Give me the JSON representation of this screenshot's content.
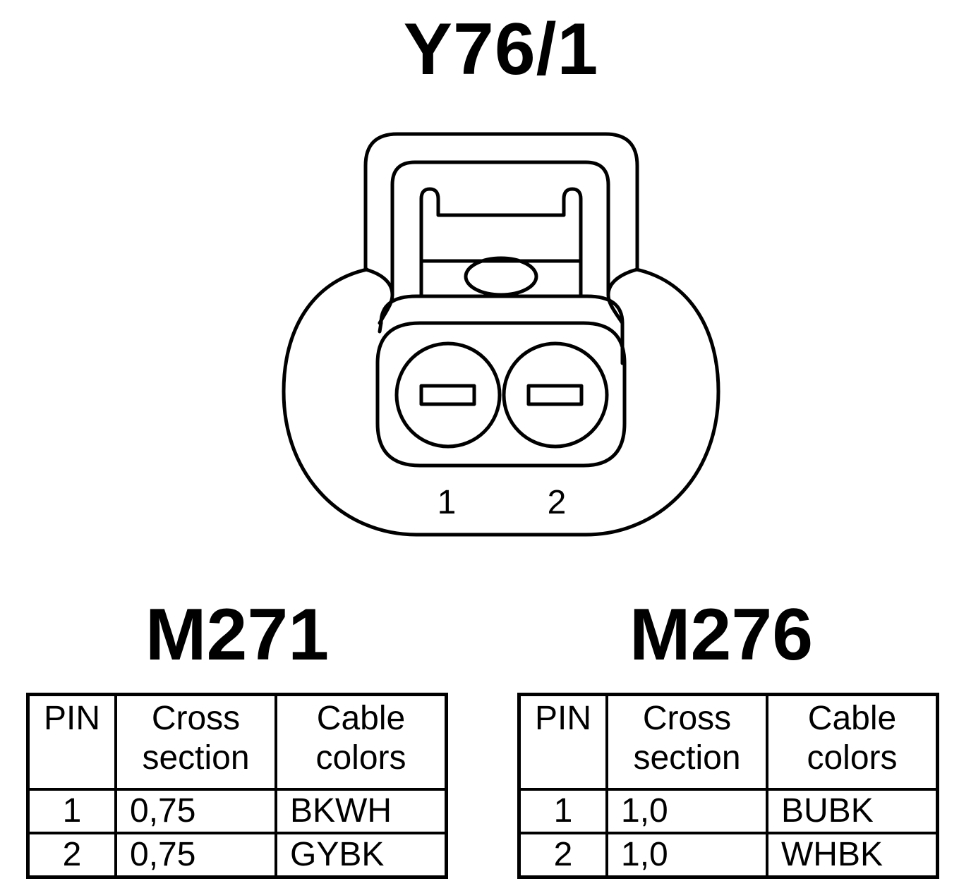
{
  "title": "Y76/1",
  "connector": {
    "pin_labels": [
      "1",
      "2"
    ]
  },
  "variants": [
    {
      "name": "M271",
      "headers": {
        "pin": "PIN",
        "cross_line1": "Cross",
        "cross_line2": "section",
        "color_line1": "Cable",
        "color_line2": "colors"
      },
      "rows": [
        {
          "pin": "1",
          "cross": "0,75",
          "color": "BKWH"
        },
        {
          "pin": "2",
          "cross": "0,75",
          "color": "GYBK"
        }
      ]
    },
    {
      "name": "M276",
      "headers": {
        "pin": "PIN",
        "cross_line1": "Cross",
        "cross_line2": "section",
        "color_line1": "Cable",
        "color_line2": "colors"
      },
      "rows": [
        {
          "pin": "1",
          "cross": "1,0",
          "color": "BUBK"
        },
        {
          "pin": "2",
          "cross": "1,0",
          "color": "WHBK"
        }
      ]
    }
  ]
}
